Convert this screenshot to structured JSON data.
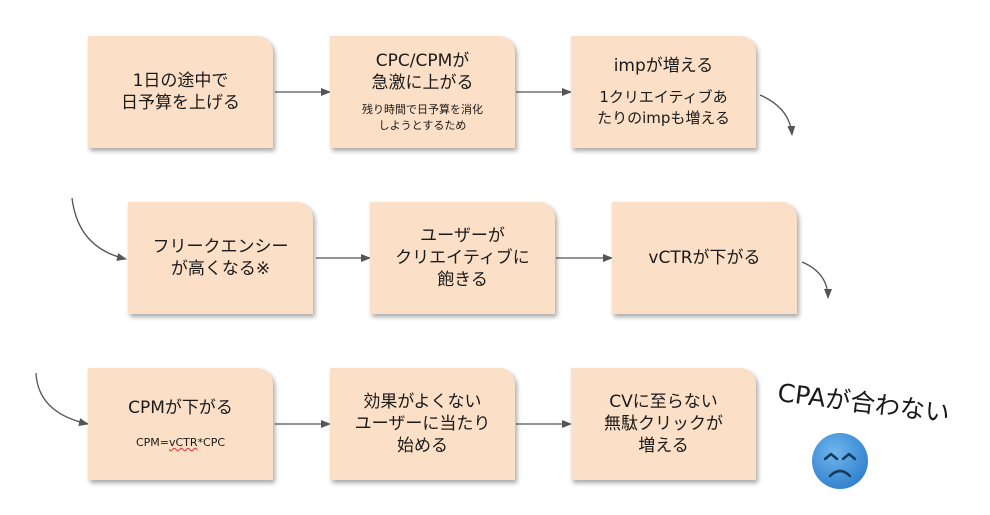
{
  "flow": {
    "row1": [
      {
        "main": "1日の途中で\n日予算を上げる",
        "sub": ""
      },
      {
        "main": "CPC/CPMが\n急激に上がる",
        "sub": "残り時間で日予算を消化\nしようとするため"
      },
      {
        "main": "impが増える",
        "sub": "1クリエイティブあ\nたりのimpも増える"
      }
    ],
    "row2": [
      {
        "main": "フリークエンシー\nが高くなる※"
      },
      {
        "main": "ユーザーが\nクリエイティブに\n飽きる"
      },
      {
        "main": "vCTRが下がる"
      }
    ],
    "row3": [
      {
        "main": "CPMが下がる",
        "sub_prefix": "CPM=",
        "sub_wavy": "vCTR",
        "sub_suffix": "*CPC"
      },
      {
        "main": "効果がよくない\nユーザーに当たり\n始める"
      },
      {
        "main": "CVに至らない\n無駄クリックが\n増える"
      }
    ]
  },
  "result": {
    "text": "CPAが合わない",
    "icon": "sad-face-icon"
  },
  "colors": {
    "box": "#fbdfc6",
    "arrow": "#555555",
    "face": "#3b8fd8"
  }
}
